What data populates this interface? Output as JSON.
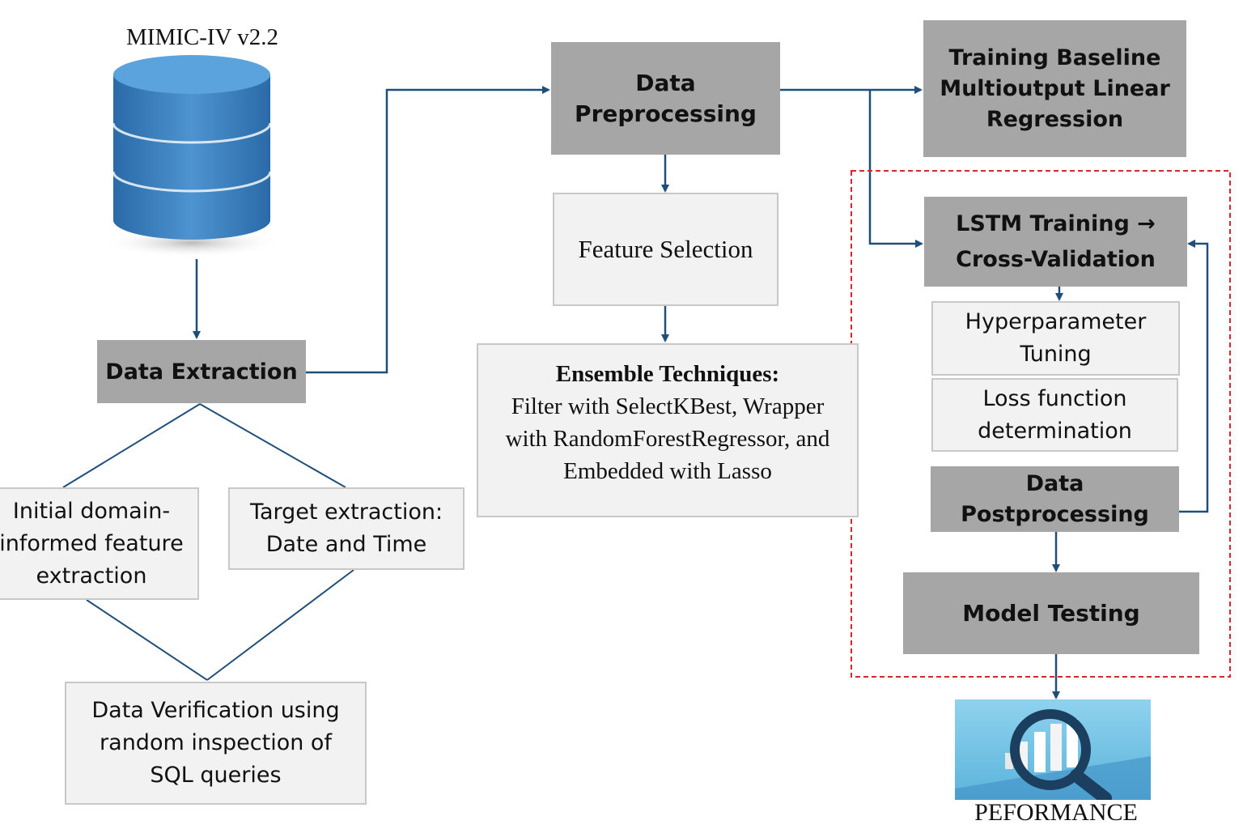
{
  "database": {
    "title": "MIMIC-IV v2.2"
  },
  "nodes": {
    "data_extraction": "Data Extraction",
    "initial_feature": "Initial domain-\ninformed feature\nextraction",
    "target_extraction": "Target extraction:\nDate and Time",
    "data_verification": "Data Verification using\nrandom inspection of\nSQL queries",
    "data_preprocessing": "Data\nPreprocessing",
    "feature_selection": "Feature Selection",
    "ensemble_title": "Ensemble Techniques:",
    "ensemble_body": "Filter with SelectKBest, Wrapper\nwith RandomForestRegressor, and\nEmbedded with Lasso",
    "baseline": "Training Baseline\nMultioutput Linear\nRegression",
    "lstm": "LSTM Training →\nCross-Validation",
    "hyperparameter": "Hyperparameter\nTuning",
    "loss_function": "Loss function\ndetermination",
    "postprocessing": "Data\nPostprocessing",
    "model_testing": "Model Testing",
    "performance": "PEFORMANCE"
  },
  "colors": {
    "arrow": "#1f4e79",
    "gray_box": "#a6a6a6",
    "light_box": "#f2f2f2",
    "dashed": "#d9262c",
    "db_blue": "#3d7fbf",
    "perf_bg": "#7fc8e6"
  },
  "icons": [
    "database-icon",
    "performance-magnifier-icon"
  ]
}
